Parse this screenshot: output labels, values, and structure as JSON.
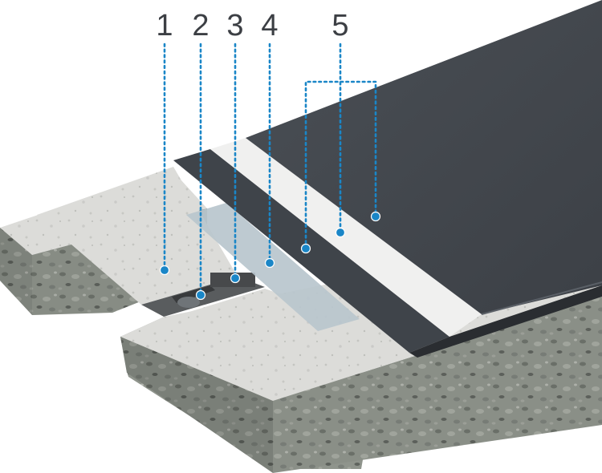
{
  "callouts": [
    {
      "id": "1",
      "label": "1"
    },
    {
      "id": "2",
      "label": "2"
    },
    {
      "id": "3",
      "label": "3"
    },
    {
      "id": "4",
      "label": "4"
    },
    {
      "id": "5",
      "label": "5"
    }
  ],
  "colors": {
    "leader": "#1a86c7",
    "label_text": "#3c3f44",
    "membrane": "#43484e",
    "white_band": "#f1f1f1",
    "tape": "#b7c4cc",
    "screed_top": "#d9d9d6",
    "concrete": "#8e928a"
  }
}
